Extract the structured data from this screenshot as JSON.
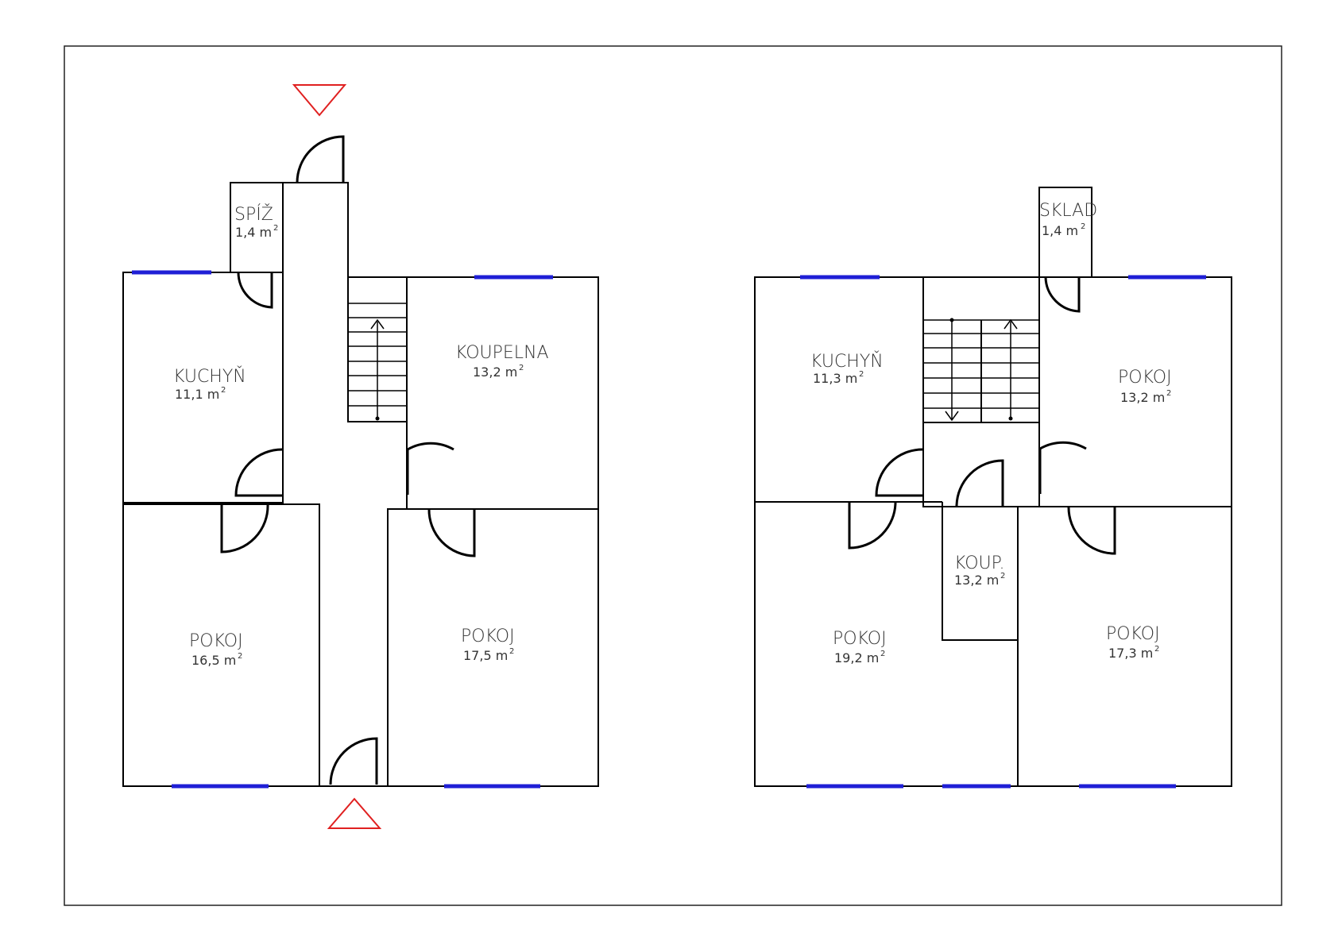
{
  "plans": {
    "ground": {
      "rooms": {
        "spiz": {
          "name": "SPÍŽ",
          "area": "1,4 m"
        },
        "kuchyn": {
          "name": "KUCHYŇ",
          "area": "11,1 m"
        },
        "koupelna": {
          "name": "KOUPELNA",
          "area": "13,2 m"
        },
        "pokoj_left": {
          "name": "POKOJ",
          "area": "16,5 m"
        },
        "pokoj_right": {
          "name": "POKOJ",
          "area": "17,5 m"
        }
      }
    },
    "upper": {
      "rooms": {
        "sklad": {
          "name": "SKLAD",
          "area": "1,4 m"
        },
        "kuchyn": {
          "name": "KUCHYŇ",
          "area": "11,3 m"
        },
        "pokoj_top": {
          "name": "POKOJ",
          "area": "13,2 m"
        },
        "koup": {
          "name": "KOUP.",
          "area": "13,2 m"
        },
        "pokoj_left": {
          "name": "POKOJ",
          "area": "19,2 m"
        },
        "pokoj_right": {
          "name": "POKOJ",
          "area": "17,3 m"
        }
      }
    },
    "unit_superscript": "2"
  },
  "colors": {
    "wall": "#000000",
    "window": "#1f1fd6",
    "entrance_marker": "#e02020"
  }
}
